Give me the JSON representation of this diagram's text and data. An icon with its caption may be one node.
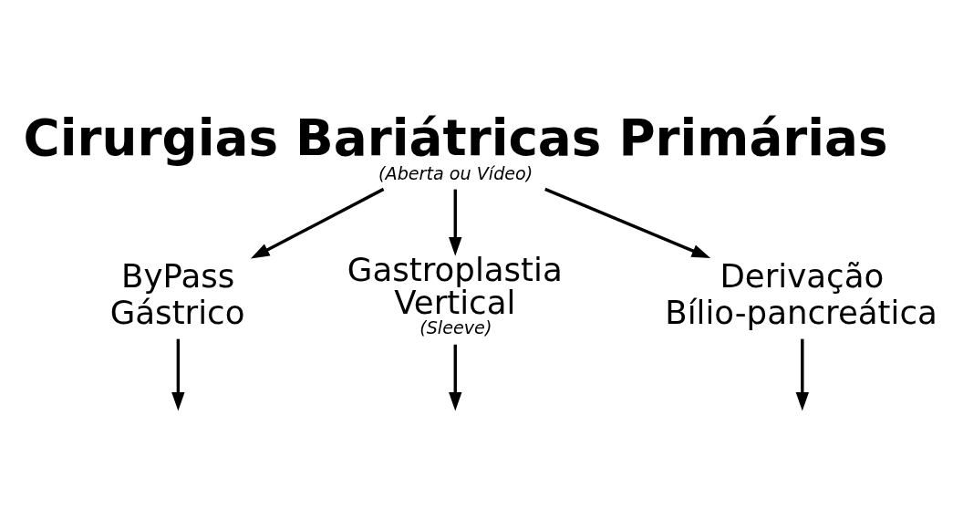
{
  "diagram": {
    "nodes": [
      {
        "text": [
          "Cirurgias Bariátricas Primárias",
          "(Aberta ou Vídeo)"
        ]
      },
      {
        "text": [
          "ByPass Gástrico"
        ]
      },
      {
        "text": [
          "Gastroplastia Vertical",
          "(Sleeve)"
        ]
      },
      {
        "text": [
          "Derivação Bílio-pancreática"
        ]
      }
    ],
    "edges": [
      {
        "from": 0,
        "to": 1,
        "arrow": "to"
      },
      {
        "from": 0,
        "to": 2,
        "arrow": "to"
      },
      {
        "from": 0,
        "to": 3,
        "arrow": "to"
      },
      {
        "from": 1,
        "to": null,
        "arrow": "to"
      },
      {
        "from": 2,
        "to": null,
        "arrow": "to"
      },
      {
        "from": 3,
        "to": null,
        "arrow": "to"
      }
    ]
  }
}
